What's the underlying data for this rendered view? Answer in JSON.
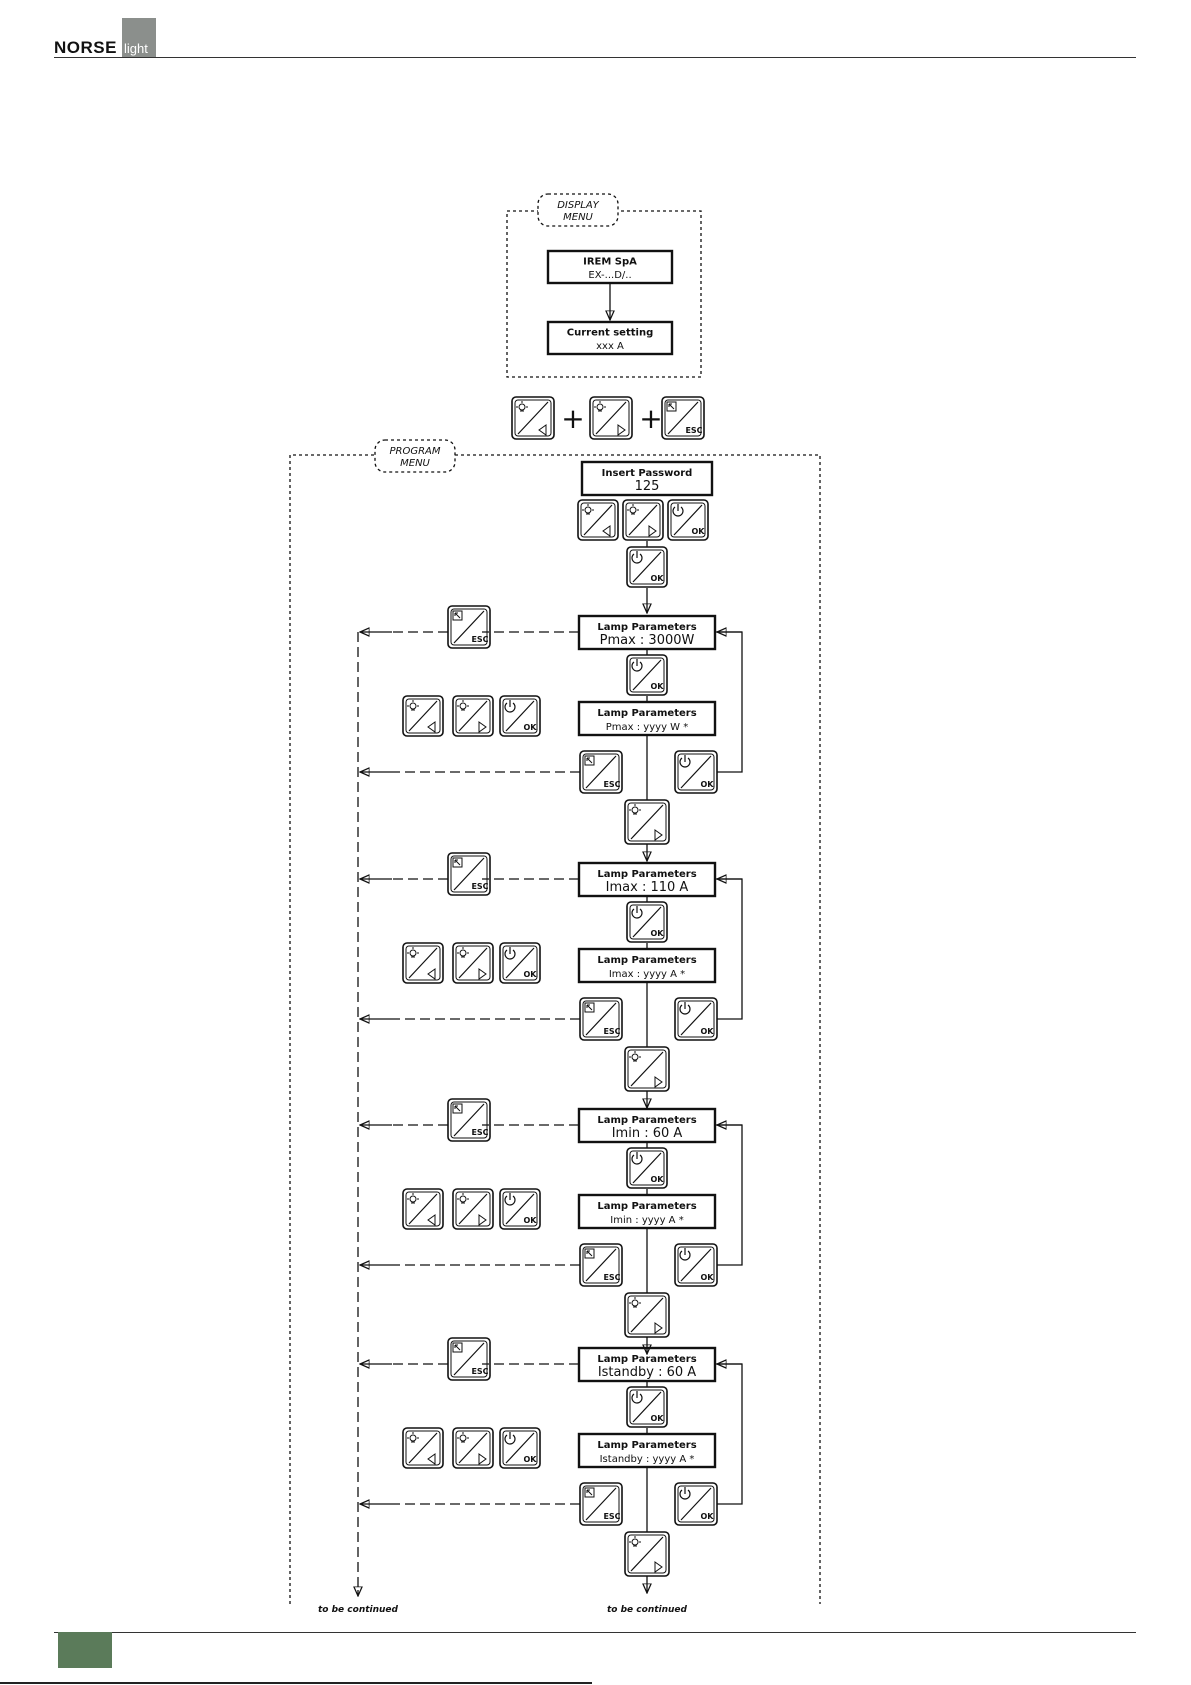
{
  "brand": {
    "name_bold": "NORSE",
    "name_light": "light"
  },
  "display_menu": {
    "label": [
      "DISPLAY",
      "MENU"
    ],
    "screens": [
      {
        "line1": "IREM SpA",
        "line2": "EX-...D/.."
      },
      {
        "line1": "Current setting",
        "line2": "xxx A"
      }
    ]
  },
  "program_menu": {
    "label": [
      "PROGRAM",
      "MENU"
    ]
  },
  "password_screen": {
    "line1": "Insert Password",
    "line2": "125"
  },
  "param_groups": [
    {
      "main_line1": "Lamp Parameters",
      "main_line2": "Pmax : 3000W",
      "edit_line1": "Lamp Parameters",
      "edit_line2": "Pmax : yyyy  W *"
    },
    {
      "main_line1": "Lamp Parameters",
      "main_line2": "Imax : 110 A",
      "edit_line1": "Lamp Parameters",
      "edit_line2": "Imax : yyyy  A *"
    },
    {
      "main_line1": "Lamp Parameters",
      "main_line2": "Imin :  60  A",
      "edit_line1": "Lamp Parameters",
      "edit_line2": "Imin : yyyy A *"
    },
    {
      "main_line1": "Lamp Parameters",
      "main_line2": "Istandby :  60  A",
      "edit_line1": "Lamp Parameters",
      "edit_line2": "Istandby : yyyy A *"
    }
  ],
  "keys": {
    "ok": "OK",
    "esc": "ESC"
  },
  "continued_label": "to be continued",
  "plus_sign": "+"
}
